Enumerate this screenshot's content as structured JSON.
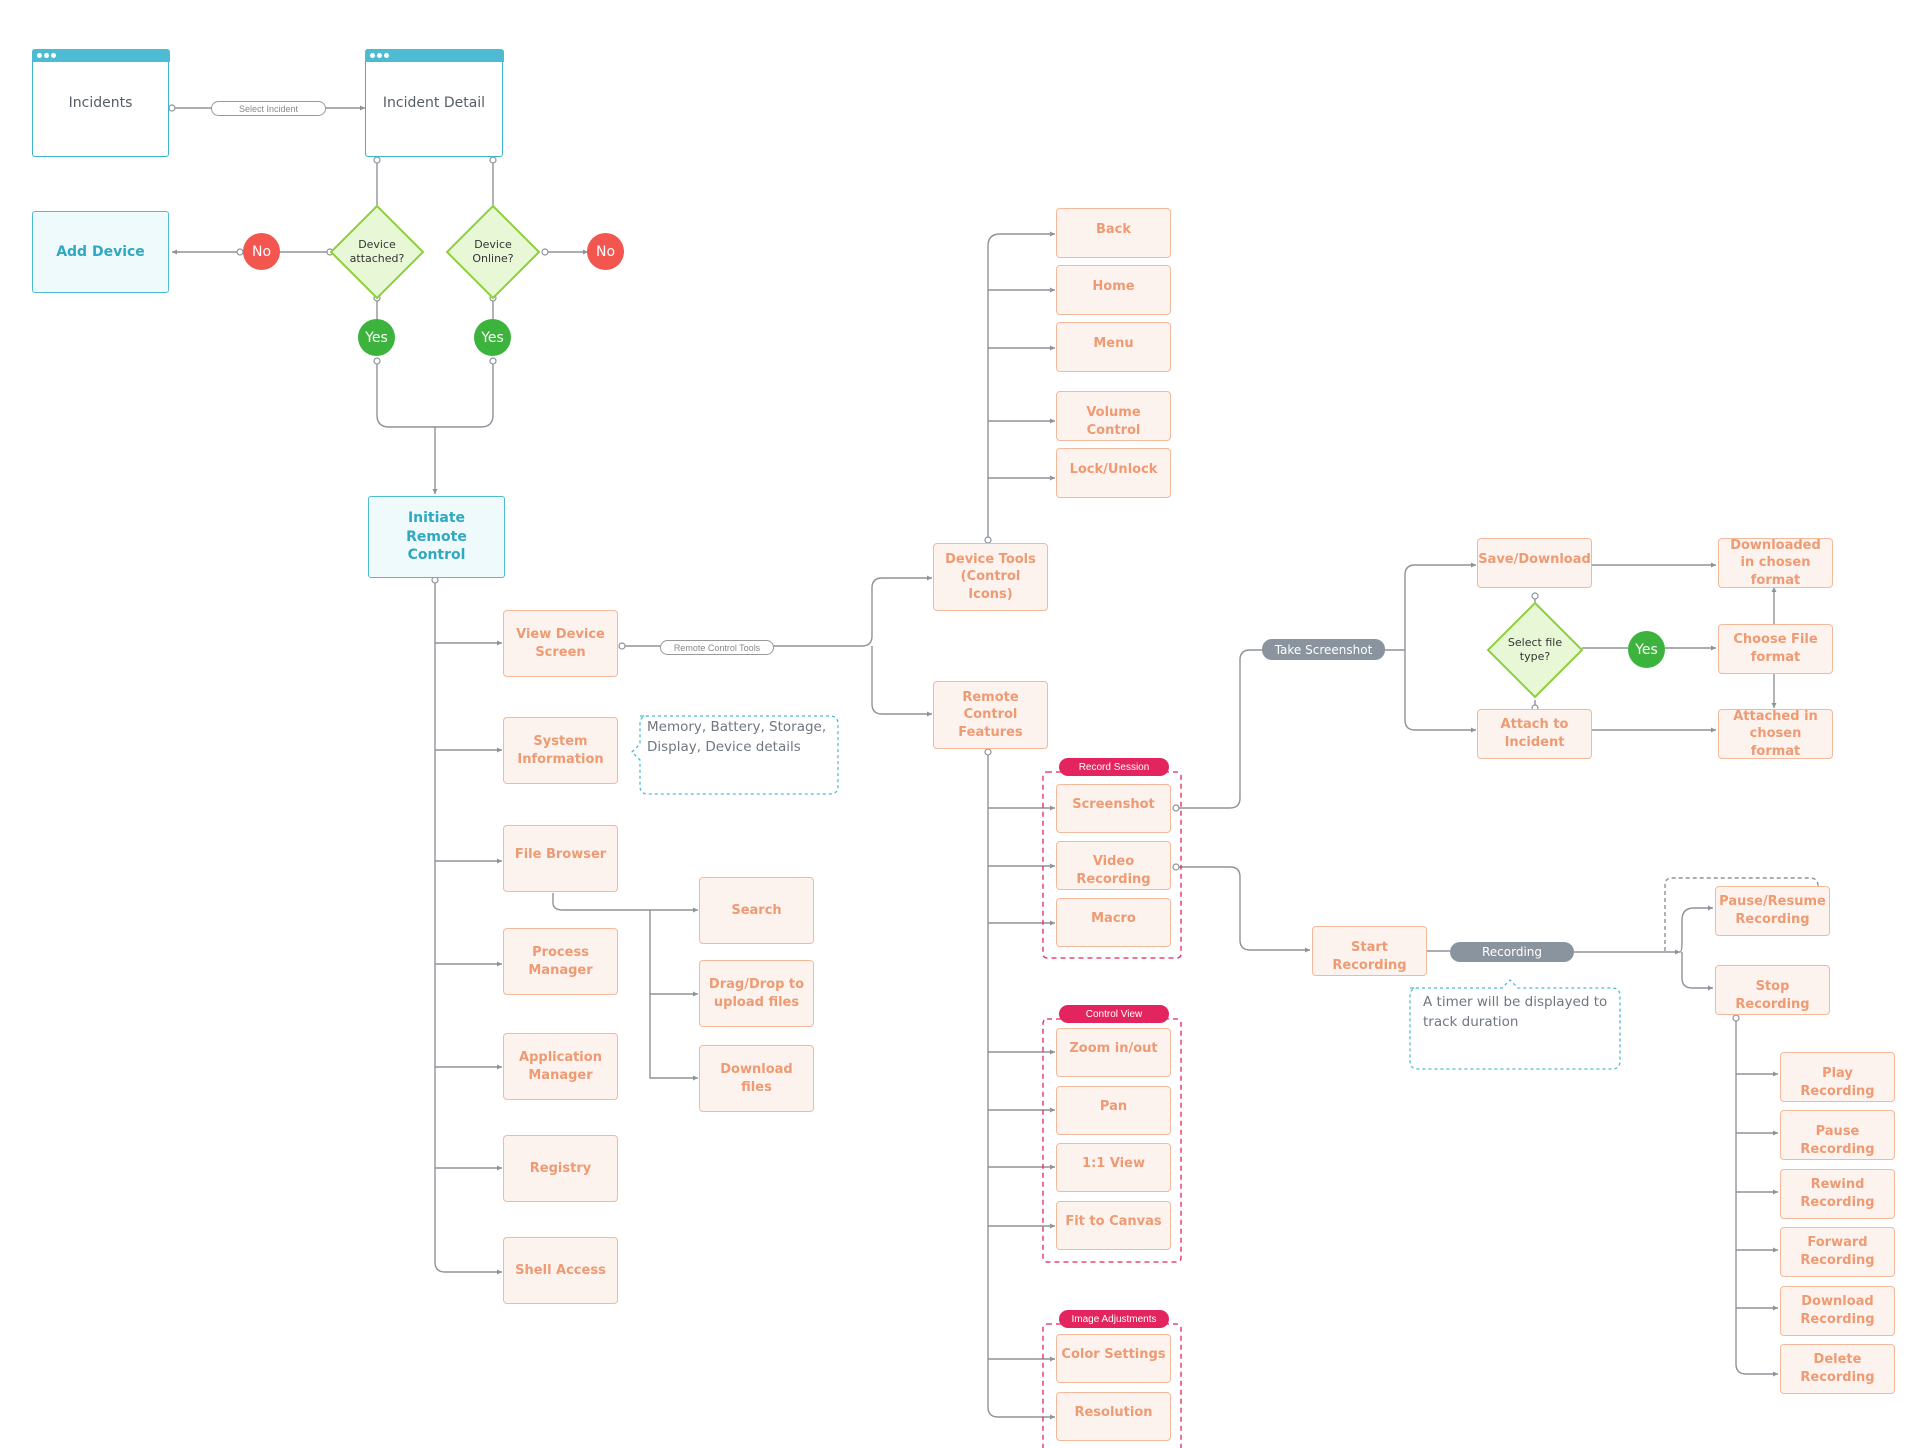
{
  "screens": {
    "incidents": "Incidents",
    "incident_detail": "Incident Detail",
    "add_device": "Add Device",
    "initiate_remote": "Initiate Remote Control"
  },
  "decisions": {
    "device_attached": "Device attached?",
    "device_online": "Device Online?",
    "select_file_type": "Select file type?"
  },
  "answers": {
    "no": "No",
    "yes": "Yes"
  },
  "edge_labels": {
    "select_incident": "Select Incident",
    "remote_control_tools": "Remote Control Tools",
    "take_screenshot": "Take Screenshot",
    "recording": "Recording"
  },
  "remote_menu": {
    "view_device_screen": "View Device Screen",
    "system_information": "System Information",
    "file_browser": "File Browser",
    "process_manager": "Process Manager",
    "application_manager": "Application Manager",
    "registry": "Registry",
    "shell_access": "Shell Access"
  },
  "file_browser_items": {
    "search": "Search",
    "drag_drop": "Drag/Drop to upload files",
    "download_files": "Download files"
  },
  "notes": {
    "system_info": "Memory, Battery, Storage, Display, Device details",
    "timer": "A timer will be displayed to track duration"
  },
  "branches": {
    "device_tools": "Device Tools (Control Icons)",
    "remote_features": "Remote Control Features"
  },
  "device_tools": {
    "back": "Back",
    "home": "Home",
    "menu": "Menu",
    "volume": "Volume Control",
    "lock": "Lock/Unlock"
  },
  "groups": {
    "record_session": "Record Session",
    "control_view": "Control View",
    "image_adjustments": "Image Adjustments"
  },
  "record_session": {
    "screenshot": "Screenshot",
    "video_recording": "Video Recording",
    "macro": "Macro"
  },
  "control_view": {
    "zoom": "Zoom in/out",
    "pan": "Pan",
    "one_to_one": "1:1 View",
    "fit": "Fit to Canvas"
  },
  "image_adjustments": {
    "color": "Color Settings",
    "resolution": "Resolution"
  },
  "screenshot_flow": {
    "save_download": "Save/Download",
    "attach_incident": "Attach to Incident",
    "downloaded": "Downloaded in chosen format",
    "choose_format": "Choose File format",
    "attached": "Attached in chosen format"
  },
  "recording_flow": {
    "start": "Start Recording",
    "pause_resume": "Pause/Resume Recording",
    "stop": "Stop Recording",
    "play": "Play Recording",
    "pause": "Pause Recording",
    "rewind": "Rewind Recording",
    "forward": "Forward Recording",
    "download": "Download Recording",
    "delete": "Delete Recording"
  },
  "colors": {
    "orange_border": "#f4b89a",
    "orange_text": "#ee9a73",
    "teal": "#4dbcd2",
    "red": "#f2564e",
    "green": "#3cb33c",
    "magenta": "#e4245f",
    "connector": "#8d9399"
  }
}
